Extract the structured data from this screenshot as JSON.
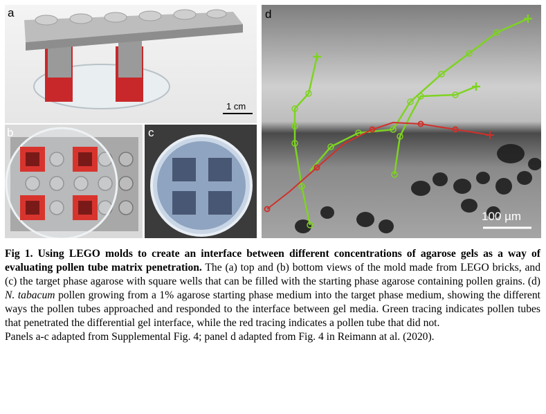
{
  "panels": {
    "a": {
      "label": "a",
      "scale_bar": "1 cm"
    },
    "b": {
      "label": "b"
    },
    "c": {
      "label": "c"
    },
    "d": {
      "label": "d",
      "scale_bar": "100 µm"
    }
  },
  "caption": {
    "title": "Fig 1. Using LEGO molds to create an interface between different concentrations of agarose gels as a way of evaluating pollen tube matrix penetration.",
    "part1": " The (a) top and (b) bottom views of the mold made from LEGO bricks, and (c) the target phase agarose with square wells that can be filled with the starting phase agarose containing pollen grains. (d) ",
    "species": "N. tabacum",
    "part2": " pollen growing from a 1% agarose starting phase medium into the target phase medium, showing the different ways the pollen tubes approached and responded to the interface between gel media. Green tracing indicates pollen tubes that penetrated the differential gel interface, while the red tracing indicates a pollen tube that did not.",
    "credit": "Panels a-c adapted from Supplemental Fig. 4; panel d adapted from Fig. 4 in Reimann at al. (2020)."
  },
  "colors": {
    "green_trace": "#7ed321",
    "red_trace": "#d0302a"
  }
}
